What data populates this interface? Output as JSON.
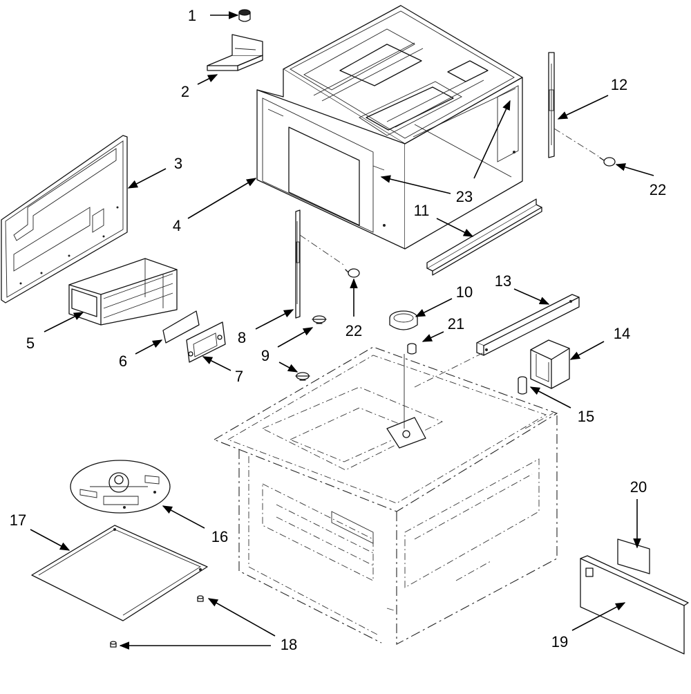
{
  "labels": {
    "l1": "1",
    "l2": "2",
    "l3": "3",
    "l4": "4",
    "l5": "5",
    "l6": "6",
    "l7": "7",
    "l8": "8",
    "l9a": "9",
    "l10": "10",
    "l11": "11",
    "l12": "12",
    "l13": "13",
    "l14": "14",
    "l15": "15",
    "l16": "16",
    "l17": "17",
    "l18": "18",
    "l19": "19",
    "l20": "20",
    "l21": "21",
    "l22a": "22",
    "l22b": "22",
    "l23": "23"
  }
}
